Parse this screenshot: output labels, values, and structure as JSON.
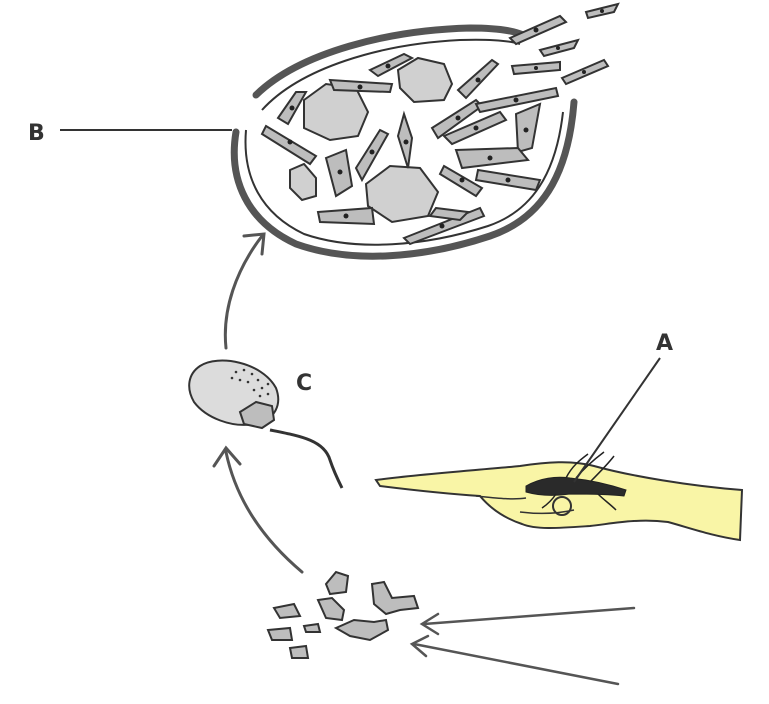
{
  "labels": {
    "a": "A",
    "b": "B",
    "c": "C"
  },
  "colors": {
    "background": "#ffffff",
    "outline": "#333333",
    "wall": "#555555",
    "cell_fill": "#d0d0d0",
    "spindle_fill": "#bdbdbd",
    "hand_fill": "#f9f5a6",
    "insect": "#2a2a2a"
  }
}
